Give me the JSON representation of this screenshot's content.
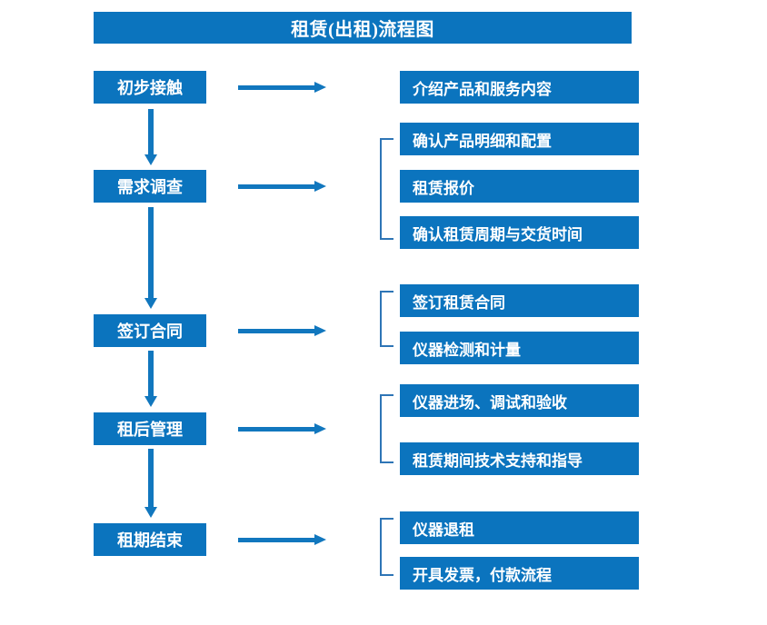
{
  "diagram": {
    "title": "租赁(出租)流程图",
    "colors": {
      "box_blue": "#0B74BE",
      "arrow_blue": "#1177BE",
      "bracket_blue": "#2E75B6",
      "text_white": "#FFFFFF",
      "background": "#FFFFFF"
    },
    "stages": [
      {
        "label": "初步接触"
      },
      {
        "label": "需求调查"
      },
      {
        "label": "签订合同"
      },
      {
        "label": "租后管理"
      },
      {
        "label": "租期结束"
      }
    ],
    "details": [
      {
        "label": "介绍产品和服务内容"
      },
      {
        "label": "确认产品明细和配置"
      },
      {
        "label": "租赁报价"
      },
      {
        "label": "确认租赁周期与交货时间"
      },
      {
        "label": "签订租赁合同"
      },
      {
        "label": "仪器检测和计量"
      },
      {
        "label": "仪器进场、调试和验收"
      },
      {
        "label": "租赁期间技术支持和指导"
      },
      {
        "label": "仪器退租"
      },
      {
        "label": "开具发票，付款流程"
      }
    ]
  }
}
